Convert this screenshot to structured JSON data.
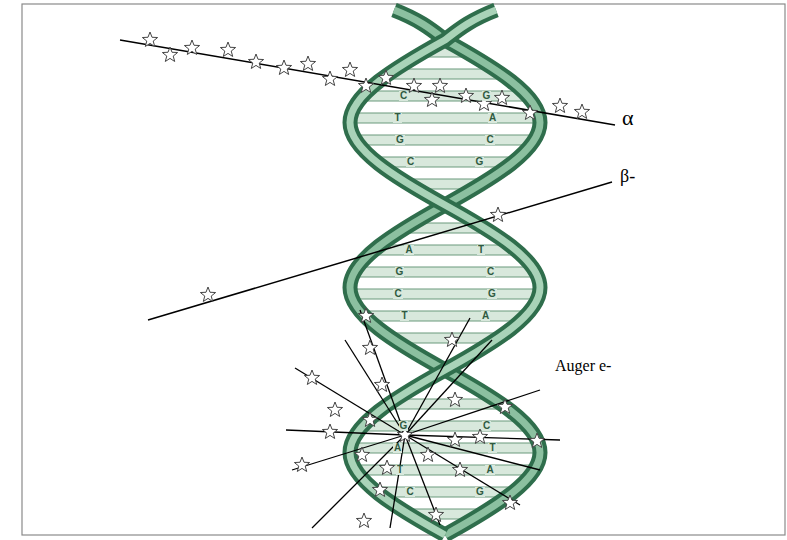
{
  "diagram": {
    "labels": [
      "α",
      "β-",
      "Auger e-",
      "C",
      "G",
      "T",
      "A",
      "G",
      "C",
      "C",
      "G",
      "A",
      "T",
      "G",
      "C",
      "C",
      "G",
      "T",
      "A",
      "G",
      "C",
      "A",
      "T",
      "T",
      "A",
      "C",
      "G"
    ]
  }
}
